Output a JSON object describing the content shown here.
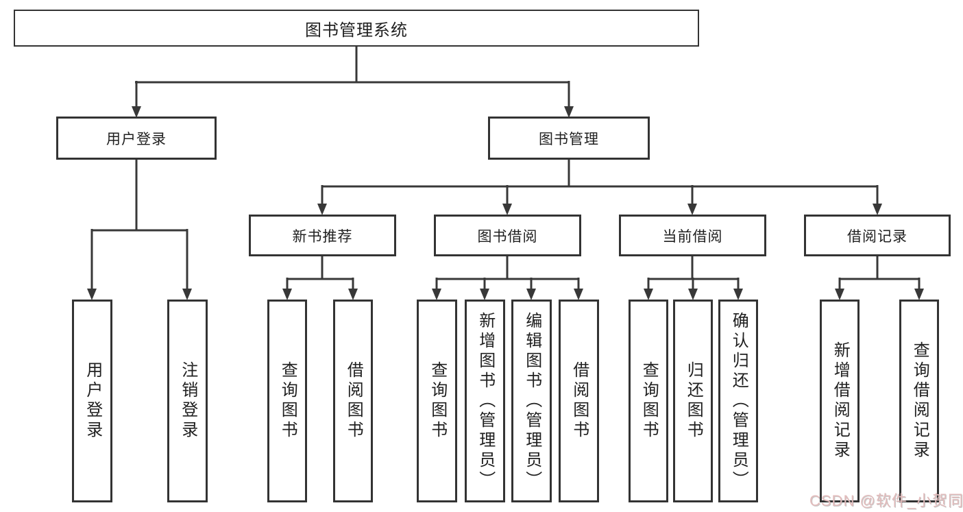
{
  "nodes": {
    "root": "图书管理系统",
    "level2": {
      "user": "用户登录",
      "books": "图书管理"
    },
    "level3": {
      "recommend": "新书推荐",
      "borrow": "图书借阅",
      "current": "当前借阅",
      "records": "借阅记录"
    },
    "leaves": {
      "user": [
        "用户登录",
        "注销登录"
      ],
      "recommend": [
        "查询图书",
        "借阅图书"
      ],
      "borrow": [
        "查询图书",
        "新增图书（管理员）",
        "编辑图书（管理员）",
        "借阅图书"
      ],
      "current": [
        "查询图书",
        "归还图书",
        "确认归还（管理员）"
      ],
      "records": [
        "新增借阅记录",
        "查询借阅记录"
      ]
    }
  },
  "watermark": "CSDN @软件_小贺同学",
  "colors": {
    "line": "#383838",
    "box_border": "#333333",
    "box_background": "#ffffff",
    "text": "#1f1f1f",
    "watermark": "#e3bcbc",
    "page_background": "#ffffff"
  }
}
